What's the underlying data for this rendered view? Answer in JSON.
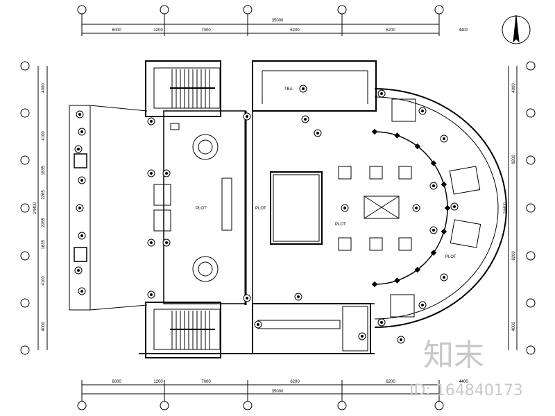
{
  "drawing": {
    "dims_top": [
      "6000",
      "1200",
      "7000",
      "6200",
      "6200",
      "4400"
    ],
    "total_top": "35000",
    "dims_bottom": [
      "6000",
      "1200",
      "7000",
      "6200",
      "6200",
      "4400"
    ],
    "total_bottom": "35000",
    "dims_left": [
      "4000",
      "4100",
      "1835",
      "2265",
      "2265",
      "1835",
      "4100",
      "4000"
    ],
    "total_left": "24400",
    "dims_right": [
      "4000",
      "8200",
      "8200",
      "4000"
    ],
    "total_right": "24400",
    "room_labels": [
      "TBA",
      "PLOT",
      "PLOT",
      "PLOT",
      "PLOT"
    ]
  },
  "watermark": {
    "logo_text": "知末",
    "id_text": "ID: 164840173"
  },
  "colors": {
    "line": "#000000",
    "watermark": "#c8c8c8",
    "background": "#ffffff"
  },
  "icons": [
    "north-arrow-icon",
    "axis-bubble-icon",
    "plant-symbol-icon",
    "round-table-icon",
    "sofa-set-icon",
    "stair-icon"
  ]
}
